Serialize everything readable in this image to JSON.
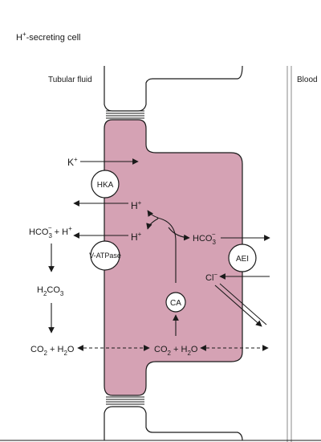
{
  "title": "H+-secreting cell",
  "labels": {
    "tubular_fluid": "Tubular fluid",
    "blood": "Blood"
  },
  "transporters": {
    "hka": "HKA",
    "vatpase": "V-ATPase",
    "ca": "CA",
    "ae1": "AEI"
  },
  "ions": {
    "k_plus": "K+",
    "h_plus_top": "H+",
    "h_plus_bottom": "H+",
    "hco3_left": "HCO3− + H+",
    "h2co3": "H2CO3",
    "co2_h2o_left": "CO2 + H2O",
    "hco3_cell": "HCO3−",
    "cl_minus": "Cl−",
    "co2_h2o_cell": "CO2 + H2O"
  },
  "colors": {
    "cell_fill": "#d5a2b4",
    "line": "#1a1a1a",
    "divider": "#8a8a8a"
  }
}
